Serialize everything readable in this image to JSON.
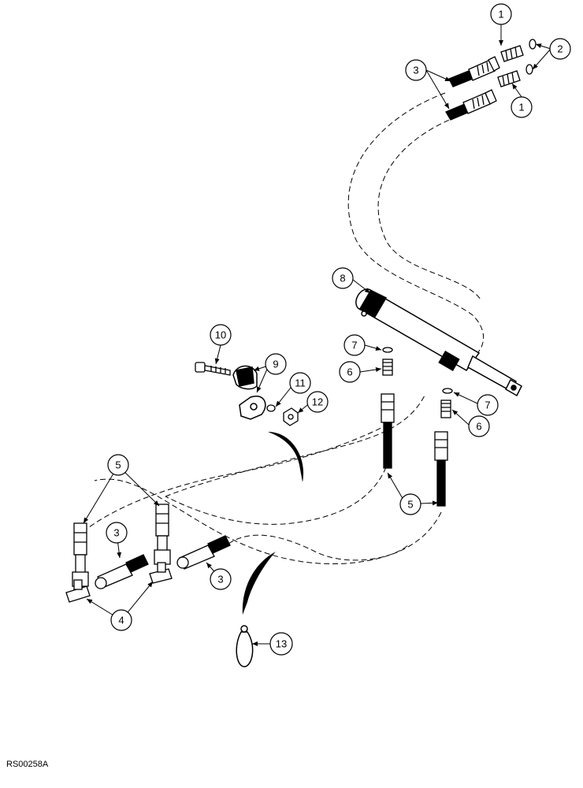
{
  "diagram": {
    "reference_code": "RS00258A",
    "callouts": [
      {
        "id": "c1a",
        "label": "1"
      },
      {
        "id": "c2",
        "label": "2"
      },
      {
        "id": "c1b",
        "label": "1"
      },
      {
        "id": "c3a",
        "label": "3"
      },
      {
        "id": "c8",
        "label": "8"
      },
      {
        "id": "c10",
        "label": "10"
      },
      {
        "id": "c9",
        "label": "9"
      },
      {
        "id": "c7a",
        "label": "7"
      },
      {
        "id": "c6a",
        "label": "6"
      },
      {
        "id": "c11",
        "label": "11"
      },
      {
        "id": "c12",
        "label": "12"
      },
      {
        "id": "c7b",
        "label": "7"
      },
      {
        "id": "c6b",
        "label": "6"
      },
      {
        "id": "c5a",
        "label": "5"
      },
      {
        "id": "c5b",
        "label": "5"
      },
      {
        "id": "c3b",
        "label": "3"
      },
      {
        "id": "c3c",
        "label": "3"
      },
      {
        "id": "c4",
        "label": "4"
      },
      {
        "id": "c13",
        "label": "13"
      }
    ]
  }
}
